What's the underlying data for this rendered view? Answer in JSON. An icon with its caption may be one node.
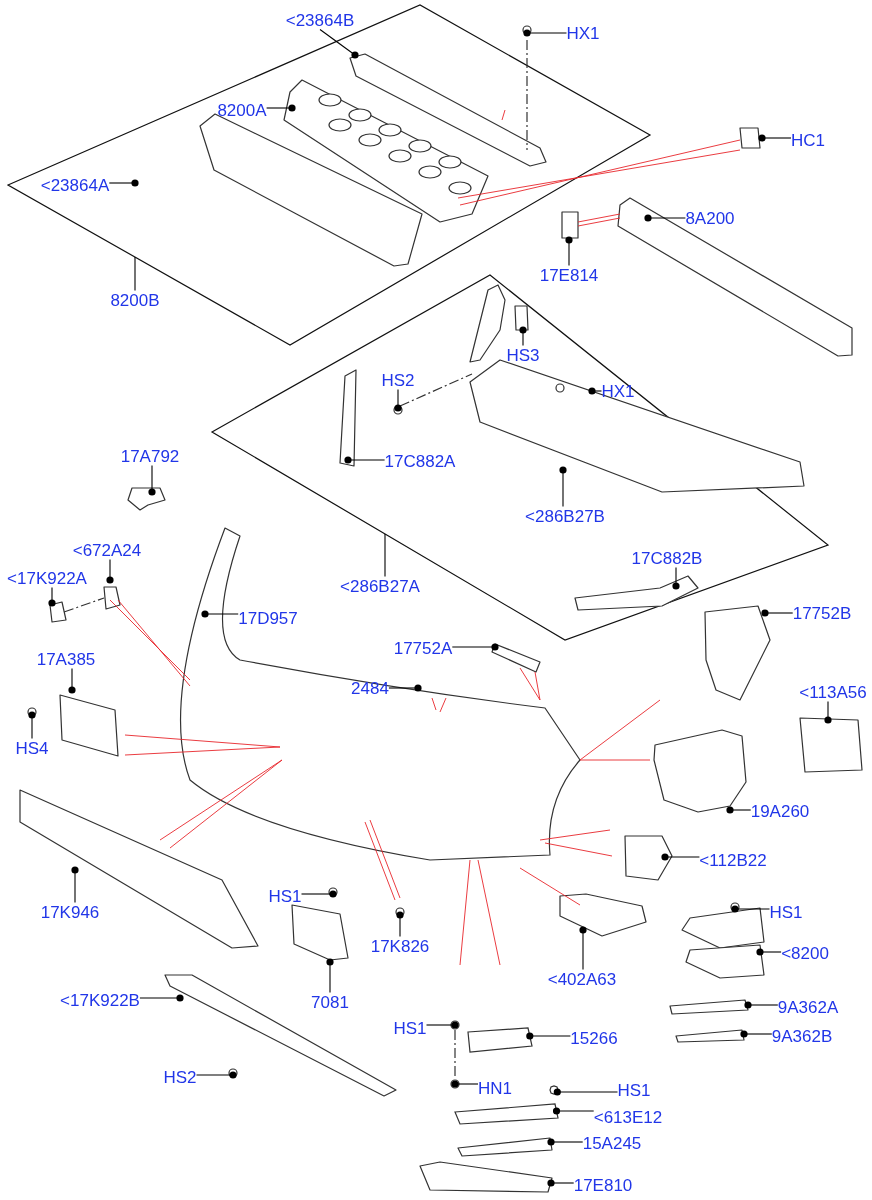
{
  "diagram": {
    "nodes": [
      {
        "text": [],
        "shape": "box"
      },
      {
        "text": [
          "<23864B"
        ],
        "in": 0
      },
      {
        "text": [
          "8200A"
        ],
        "in": 0
      },
      {
        "text": [
          "<23864A"
        ],
        "in": 0
      },
      {
        "text": [
          "HX1"
        ]
      },
      {
        "text": [
          "HC1"
        ]
      },
      {
        "text": [
          "8A200"
        ]
      },
      {
        "text": [
          "17E814"
        ]
      },
      {
        "text": [
          "8200B"
        ]
      },
      {
        "text": [],
        "shape": "box"
      },
      {
        "text": [
          "HS3"
        ],
        "in": 9
      },
      {
        "text": [
          "HS2"
        ],
        "in": 9
      },
      {
        "text": [
          "HX1"
        ],
        "in": 9
      },
      {
        "text": [
          "17C882A"
        ],
        "in": 9
      },
      {
        "text": [
          "<286B27B"
        ],
        "in": 9
      },
      {
        "text": [
          "17C882B"
        ],
        "in": 9
      },
      {
        "text": [
          "17A792"
        ]
      },
      {
        "text": [
          "<286B27A"
        ]
      },
      {
        "text": [
          "<672A24"
        ]
      },
      {
        "text": [
          "<17K922A"
        ]
      },
      {
        "text": [
          "17D957"
        ]
      },
      {
        "text": [
          "17752B"
        ]
      },
      {
        "text": [
          "17752A"
        ]
      },
      {
        "text": [
          "17A385"
        ]
      },
      {
        "text": [
          "2484"
        ]
      },
      {
        "text": [
          "<113A56"
        ]
      },
      {
        "text": [
          "HS4"
        ]
      },
      {
        "text": [
          "19A260"
        ]
      },
      {
        "text": [
          "<112B22"
        ]
      },
      {
        "text": [
          "17K946"
        ]
      },
      {
        "text": [
          "HS1"
        ]
      },
      {
        "text": [
          "17K826"
        ]
      },
      {
        "text": [
          "HS1"
        ]
      },
      {
        "text": [
          "<402A63"
        ]
      },
      {
        "text": [
          "<8200"
        ]
      },
      {
        "text": [
          "7081"
        ]
      },
      {
        "text": [
          "<17K922B"
        ]
      },
      {
        "text": [
          "9A362A"
        ]
      },
      {
        "text": [
          "HS1"
        ]
      },
      {
        "text": [
          "9A362B"
        ]
      },
      {
        "text": [
          "15266"
        ]
      },
      {
        "text": [
          "HS2"
        ]
      },
      {
        "text": [
          "HN1"
        ]
      },
      {
        "text": [
          "HS1"
        ]
      },
      {
        "text": [
          "<613E12"
        ]
      },
      {
        "text": [
          "15A245"
        ]
      },
      {
        "text": [
          "17E810"
        ]
      },
      {
        "text": [],
        "shape": "picture"
      },
      {
        "text": [],
        "shape": "picture"
      },
      {
        "text": [],
        "shape": "picture"
      }
    ],
    "edges": [
      {
        "from": 1,
        "to": null,
        "arrow": "other"
      },
      {
        "from": 2,
        "to": null,
        "arrow": "other"
      },
      {
        "from": 3,
        "to": null,
        "arrow": "other"
      },
      {
        "from": 4,
        "to": null,
        "arrow": "other"
      },
      {
        "from": 5,
        "to": null,
        "arrow": "other"
      },
      {
        "from": 6,
        "to": null,
        "arrow": "other"
      },
      {
        "from": 7,
        "to": null,
        "arrow": "other"
      },
      {
        "from": 8,
        "to": 0,
        "arrow": "none"
      },
      {
        "from": 10,
        "to": null,
        "arrow": "other"
      },
      {
        "from": 11,
        "to": null,
        "arrow": "other"
      },
      {
        "from": 12,
        "to": null,
        "arrow": "other"
      },
      {
        "from": 13,
        "to": null,
        "arrow": "other"
      },
      {
        "from": 14,
        "to": null,
        "arrow": "other"
      },
      {
        "from": 15,
        "to": null,
        "arrow": "other"
      },
      {
        "from": 16,
        "to": null,
        "arrow": "other"
      },
      {
        "from": 17,
        "to": 9,
        "arrow": "none"
      },
      {
        "from": 18,
        "to": null,
        "arrow": "other"
      },
      {
        "from": 19,
        "to": null,
        "arrow": "other"
      },
      {
        "from": 20,
        "to": null,
        "arrow": "other"
      },
      {
        "from": 21,
        "to": null,
        "arrow": "other"
      },
      {
        "from": 22,
        "to": null,
        "arrow": "other"
      },
      {
        "from": 23,
        "to": null,
        "arrow": "other"
      },
      {
        "from": 24,
        "to": null,
        "arrow": "other"
      },
      {
        "from": 25,
        "to": null,
        "arrow": "other"
      },
      {
        "from": 26,
        "to": null,
        "arrow": "other"
      },
      {
        "from": 27,
        "to": null,
        "arrow": "other"
      },
      {
        "from": 28,
        "to": null,
        "arrow": "other"
      },
      {
        "from": 29,
        "to": null,
        "arrow": "other"
      },
      {
        "from": 30,
        "to": null,
        "arrow": "other"
      },
      {
        "from": 31,
        "to": null,
        "arrow": "other"
      },
      {
        "from": 32,
        "to": null,
        "arrow": "other"
      },
      {
        "from": 33,
        "to": null,
        "arrow": "other"
      },
      {
        "from": 34,
        "to": null,
        "arrow": "other"
      },
      {
        "from": 35,
        "to": null,
        "arrow": "other"
      },
      {
        "from": 36,
        "to": null,
        "arrow": "other"
      },
      {
        "from": 37,
        "to": null,
        "arrow": "other"
      },
      {
        "from": 38,
        "to": null,
        "arrow": "other"
      },
      {
        "from": 39,
        "to": null,
        "arrow": "other"
      },
      {
        "from": 40,
        "to": 47,
        "arrow": "other"
      },
      {
        "from": 41,
        "to": null,
        "arrow": "other"
      },
      {
        "from": 42,
        "to": null,
        "arrow": "other"
      },
      {
        "from": 43,
        "to": 48,
        "arrow": "other"
      },
      {
        "from": 44,
        "to": 49,
        "arrow": "other"
      },
      {
        "from": 45,
        "to": null,
        "arrow": "other"
      },
      {
        "from": 46,
        "to": null,
        "arrow": "other"
      }
    ]
  }
}
